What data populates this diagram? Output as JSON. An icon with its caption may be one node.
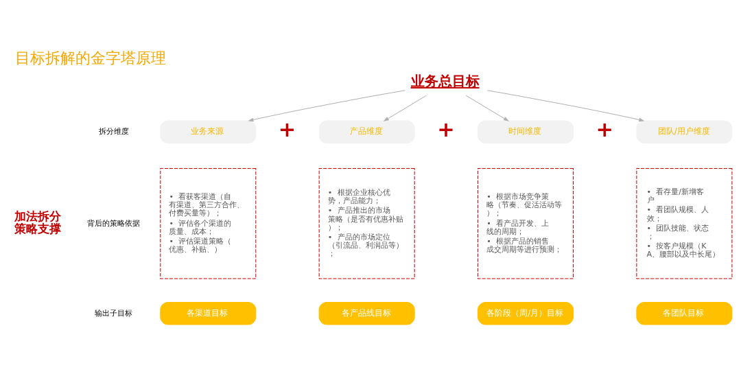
{
  "diagram": {
    "title": "目标拆解的金字塔原理",
    "nodes": [
      {
        "text": [
          "业务总目标"
        ]
      },
      {
        "text": [
          "业务来源"
        ]
      },
      {
        "text": [
          "产品维度"
        ]
      },
      {
        "text": [
          "时间维度"
        ]
      },
      {
        "text": [
          "团队/用户维度"
        ]
      },
      {
        "text": [
          "•  看获客渠道（自有渠道、第三方合作、付费买量等）；",
          "•  评估各个渠道的质量、成本；",
          "•  评估渠道策略（优惠、补贴、）"
        ]
      },
      {
        "text": [
          "•  根据企业核心优势，产品能力；",
          "•  产品推出的市场策略（是否有优惠补贴）；",
          "•  产品的市场定位（引流品、利润品等）；"
        ]
      },
      {
        "text": [
          "•  根据市场竞争策略（节奏、促活活动等）；",
          "•  看产品开发、上线的周期；",
          "•  根据产品的销售成交周期等进行预测；"
        ]
      },
      {
        "text": [
          "•  看存量/新增客户",
          "•  看团队规模、人效；",
          "•  团队技能、状态；",
          "•  按客户规模（KA、腰部以及中长尾）"
        ]
      },
      {
        "text": [
          "各渠道目标"
        ]
      },
      {
        "text": [
          "各产品线目标"
        ]
      },
      {
        "text": [
          "各阶段（周/月）目标"
        ]
      },
      {
        "text": [
          "各团队目标"
        ]
      }
    ],
    "edges": [
      {
        "from": 0,
        "to": 1,
        "arrow": "to"
      },
      {
        "from": 0,
        "to": 2,
        "arrow": "to"
      },
      {
        "from": 0,
        "to": 3,
        "arrow": "to"
      },
      {
        "from": 0,
        "to": 4,
        "arrow": "to"
      }
    ],
    "labels": [
      "拆分维度",
      "+",
      "+",
      "+",
      "加法拆分策略支撑",
      "背后的策略依据",
      "输出子目标"
    ]
  }
}
